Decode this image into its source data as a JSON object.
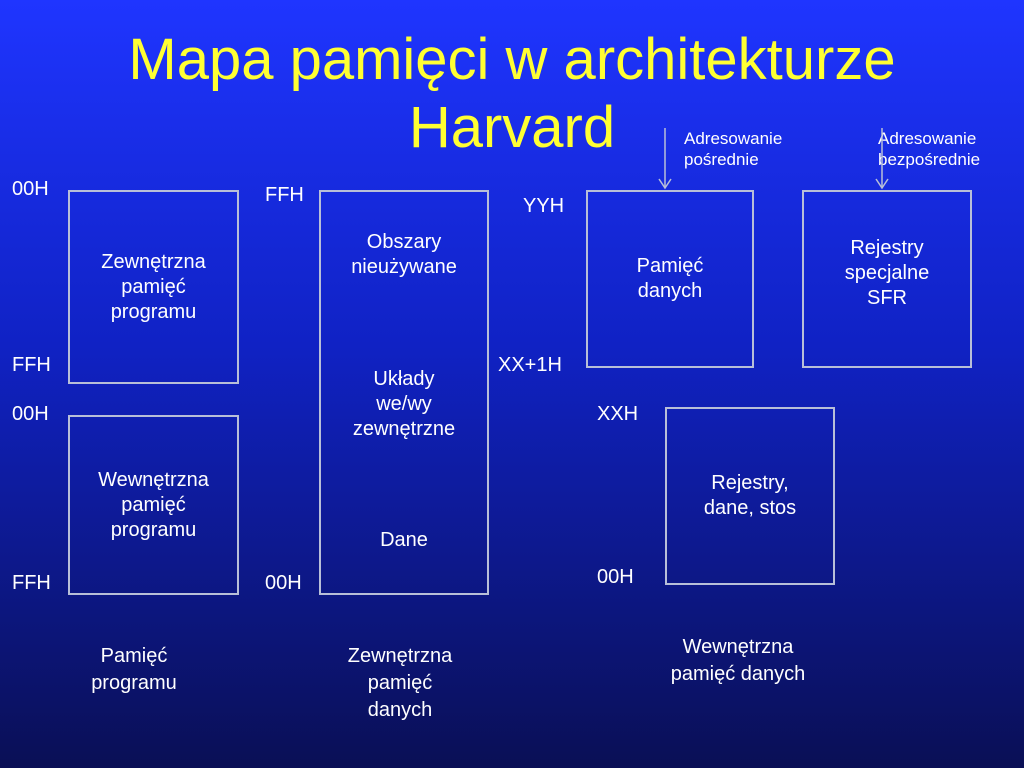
{
  "title": "Mapa pamięci w architekturze\nHarvard",
  "annotations": {
    "indirect": "Adresowanie\npośrednie",
    "direct": "Adresowanie\nbezpośrednie"
  },
  "program_memory": {
    "external": {
      "label": "Zewnętrzna\npamięć\nprogramu",
      "top_addr": "00H",
      "bottom_addr": "FFH"
    },
    "internal": {
      "label": "Wewnętrzna\npamięć\nprogramu",
      "top_addr": "00H",
      "bottom_addr": "FFH"
    },
    "caption": "Pamięć\nprogramu"
  },
  "external_data_memory": {
    "top_addr": "FFH",
    "bottom_addr": "00H",
    "regions": [
      "Obszary\nnieużywane",
      "Układy\nwe/wy\nzewnętrzne",
      "Dane"
    ],
    "caption": "Zewnętrzna\npamięć\ndanych"
  },
  "internal_data_memory": {
    "data_memory": {
      "label": "Pamięć\ndanych",
      "top_addr": "YYH",
      "bottom_addr": "XX+1H"
    },
    "sfr": {
      "label": "Rejestry\nspecjalne\nSFR"
    },
    "registers": {
      "label": "Rejestry,\ndane, stos",
      "top_addr": "XXH",
      "bottom_addr": "00H"
    },
    "caption": "Wewnętrzna\npamięć danych"
  },
  "colors": {
    "title": "#ffff33",
    "text": "#ffffff",
    "box_border": "#b8bfd8",
    "background": "#1a2be0"
  }
}
